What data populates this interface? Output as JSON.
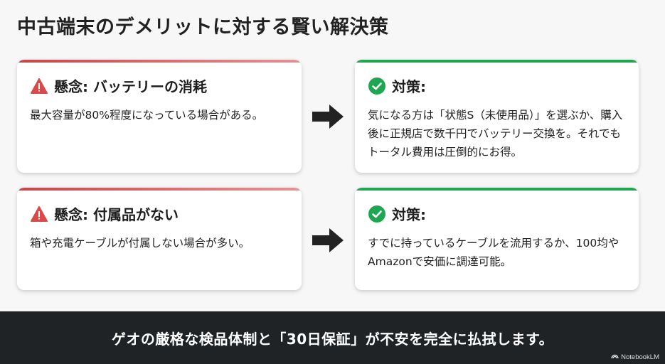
{
  "title": "中古端末のデメリットに対する賢い解決策",
  "rows": [
    {
      "concern_title": "懸念: バッテリーの消耗",
      "concern_text": "最大容量が80%程度になっている場合がある。",
      "solution_title": "対策:",
      "solution_text": "気になる方は「状態S（未使用品）」を選ぶか、購入後に正規店で数千円でバッテリー交換を。それでもトータル費用は圧倒的にお得。"
    },
    {
      "concern_title": "懸念: 付属品がない",
      "concern_text": "箱や充電ケーブルが付属しない場合が多い。",
      "solution_title": "対策:",
      "solution_text": "すでに持っているケーブルを流用するか、100均やAmazonで安価に調達可能。"
    }
  ],
  "footer": "ゲオの厳格な検品体制と「30日保証」が不安を完全に払拭します。",
  "brand": "NotebookLM",
  "colors": {
    "warning": "#d94b4b",
    "success": "#1fa653",
    "footer_bg": "#202326"
  }
}
